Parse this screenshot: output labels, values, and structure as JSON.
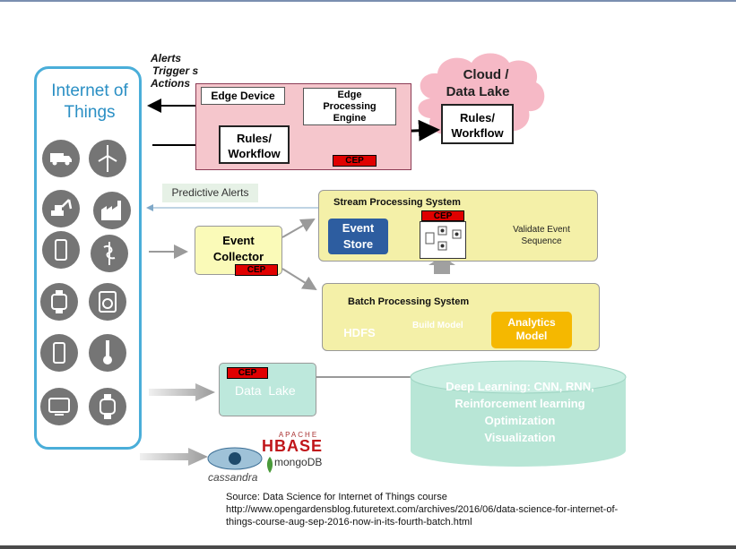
{
  "iot": {
    "title": "Internet of Things",
    "icons": [
      "truck-icon",
      "wind-turbine-icon",
      "excavator-icon",
      "factory-icon",
      "smartphone-icon",
      "medical-icon",
      "smartwatch-icon",
      "washing-machine-icon",
      "phone-icon",
      "thermometer-icon",
      "tv-icon",
      "wristband-icon"
    ]
  },
  "alerts": {
    "line1": "Alerts",
    "line2": "Trigger s",
    "line3": "Actions"
  },
  "edge": {
    "device": "Edge Device",
    "engine_l1": "Edge",
    "engine_l2": "Processing",
    "engine_l3": "Engine",
    "rules_l1": "Rules/",
    "rules_l2": "Workflow",
    "cep": "CEP"
  },
  "cloud": {
    "title_l1": "Cloud /",
    "title_l2": "Data Lake",
    "rules_l1": "Rules/",
    "rules_l2": "Workflow"
  },
  "predictive_alerts": "Predictive Alerts",
  "collector": {
    "l1": "Event",
    "l2": "Collector",
    "cep": "CEP"
  },
  "stream": {
    "title": "Stream Processing System",
    "store_l1": "Event",
    "store_l2": "Store",
    "cep": "CEP",
    "validate_l1": "Validate Event",
    "validate_l2": "Sequence"
  },
  "batch": {
    "title": "Batch Processing System",
    "hdfs": "HDFS",
    "build": "Build Model",
    "analytics_l1": "Analytics",
    "analytics_l2": "Model"
  },
  "lake": {
    "cep": "CEP",
    "label": "Data  Lake"
  },
  "deep": {
    "l1": "Deep Learning: CNN, RNN,",
    "l2": "Reinforcement learning",
    "l3": "Optimization",
    "l4": "Visualization"
  },
  "logos": {
    "cassandra": "cassandra",
    "apache": "APACHE",
    "hbase": "HBASE",
    "mongo": "mongoDB"
  },
  "source": {
    "l1": "Source:  Data Science for Internet of Things course",
    "l2": "http://www.opengardensblog.futuretext.com/archives/2016/06/data-science-for-internet-of-",
    "l3": "things-course-aug-sep-2016-now-in-its-fourth-batch.html"
  },
  "colors": {
    "iot_border": "#4aaed9",
    "edge_fill": "#f5c6cc",
    "system_fill": "#f4f0a8",
    "cep_red": "#e00000",
    "lake_fill": "#bde8dc",
    "store_blue": "#2d5da0",
    "analytics": "#f5b800"
  }
}
